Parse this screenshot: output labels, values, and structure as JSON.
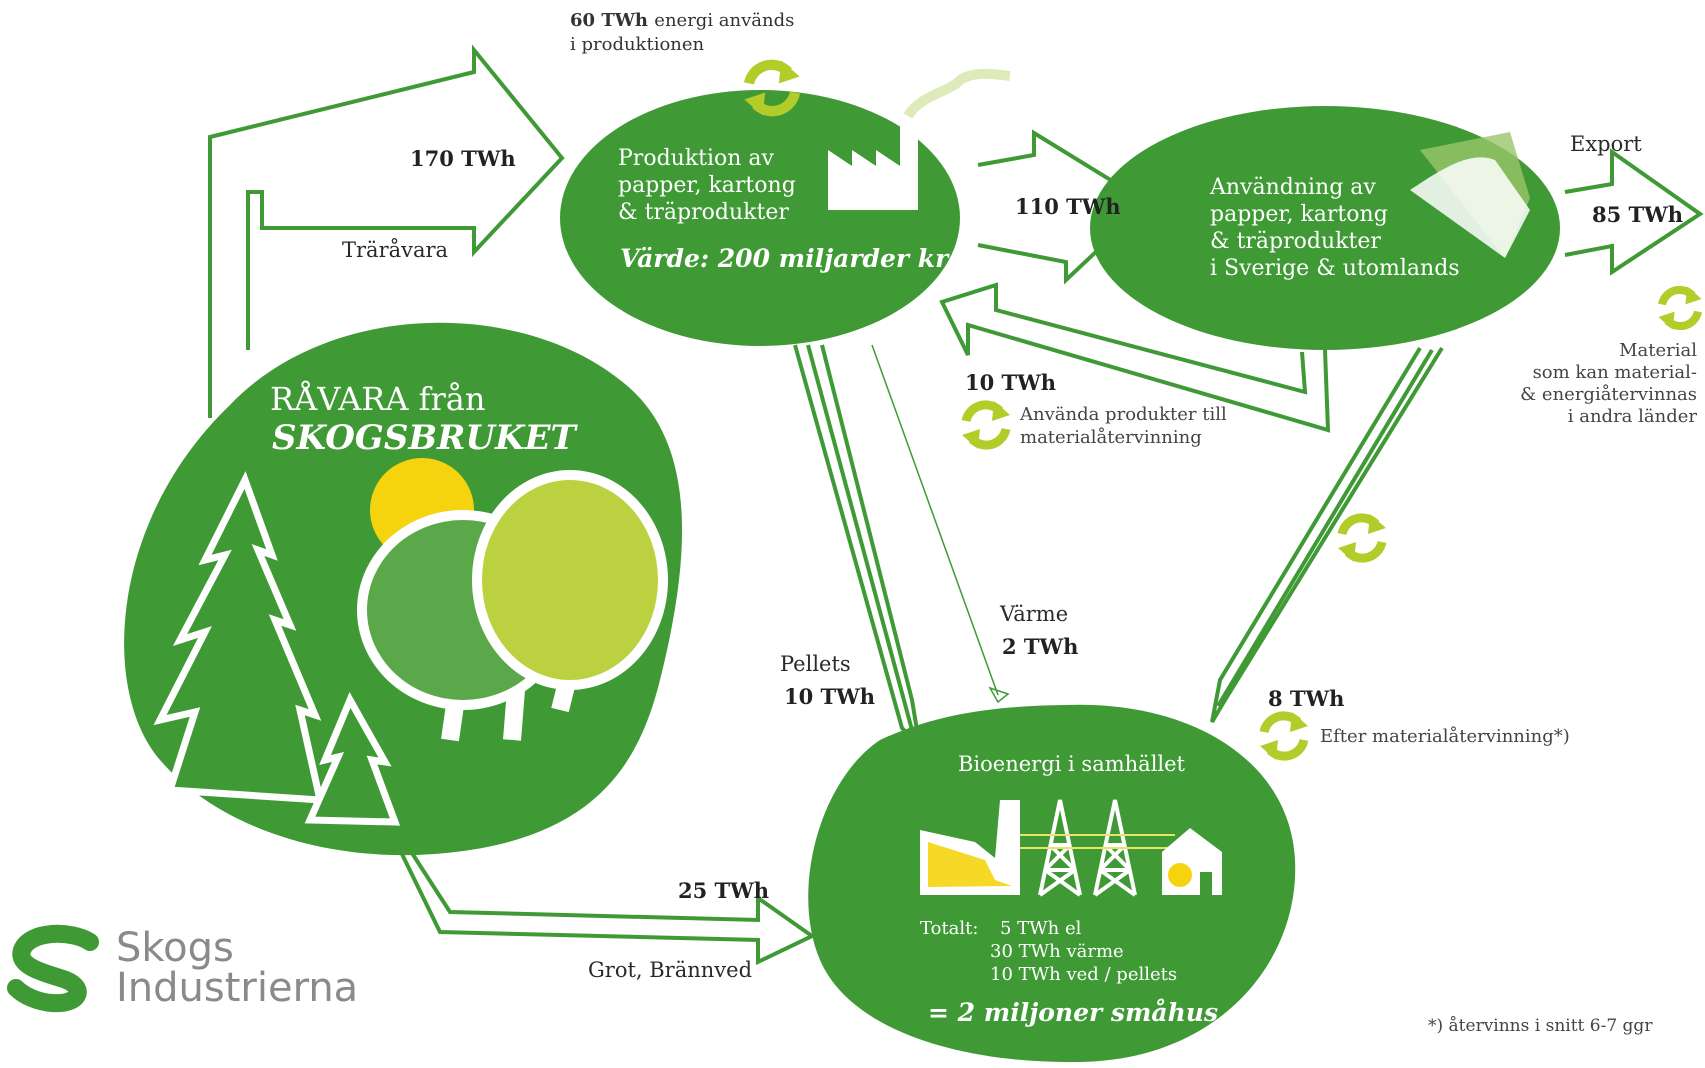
{
  "colors": {
    "green": "#3f9a36",
    "dark_green": "#2f8a2a",
    "lime": "#b4cc2a",
    "sun": "#f5d40f",
    "grey_text": "#8a8a8a"
  },
  "forest": {
    "title_line1": "RÅVARA från",
    "title_line2": "SKOGSBRUKET"
  },
  "production": {
    "line1": "Produktion av",
    "line2": "papper, kartong",
    "line3": "& träprodukter",
    "value": "Värde: 200 miljarder kr",
    "energy_amount": "60 TWh",
    "energy_text_1": "energi används",
    "energy_text_2": "i produktionen"
  },
  "usage": {
    "line1": "Användning av",
    "line2": "papper, kartong",
    "line3": "& träprodukter",
    "line4": "i Sverige & utomlands"
  },
  "bioenergy": {
    "title": "Bioenergi i samhället",
    "total_label": "Totalt:",
    "total_el": "5 TWh el",
    "total_heat": "30 TWh värme",
    "total_wood": "10  TWh ved / pellets",
    "summary": "= 2 miljoner småhus"
  },
  "flows": {
    "raw_amount": "170 TWh",
    "raw_label": "Träråvara",
    "prod_to_use": "110 TWh",
    "export_label": "Export",
    "export_amount": "85 TWh",
    "export_note_1": "Material",
    "export_note_2": "som kan material-",
    "export_note_3": "& energiåtervinnas",
    "export_note_4": "i andra länder",
    "recycle_amount": "10 TWh",
    "recycle_text_1": "Använda produkter till",
    "recycle_text_2": "materialåtervinning",
    "pellets_label": "Pellets",
    "pellets_amount": "10 TWh",
    "heat_label": "Värme",
    "heat_amount": "2 TWh",
    "after_amount": "8 TWh",
    "after_text": "Efter materialåtervinning*)",
    "grot_amount": "25 TWh",
    "grot_label": "Grot, Brännved"
  },
  "footnote": "*) återvinns i snitt 6-7 ggr",
  "logo": {
    "line1": "Skogs",
    "line2": "Industrierna"
  },
  "icons": [
    "recycle-icon",
    "factory-icon",
    "paper-icon",
    "tree-icon",
    "sun-icon",
    "power-plant-icon",
    "power-tower-icon",
    "house-icon"
  ]
}
